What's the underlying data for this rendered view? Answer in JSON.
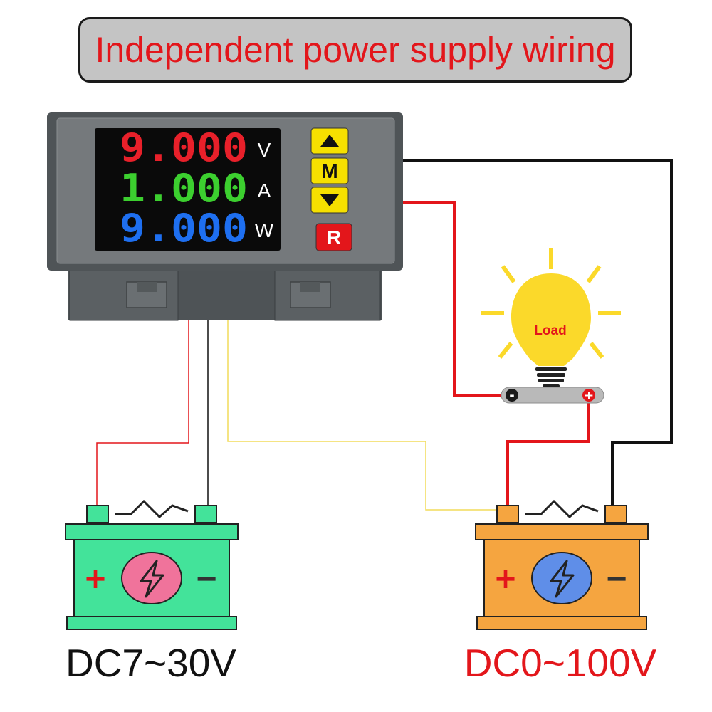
{
  "title": "Independent power supply wiring",
  "meter": {
    "readings": [
      {
        "value": "9.000",
        "unit": "V",
        "color": "#e8202a"
      },
      {
        "value": "1.000",
        "unit": "A",
        "color": "#3ccf2f"
      },
      {
        "value": "9.000",
        "unit": "W",
        "color": "#1e6ff0"
      }
    ],
    "buttons": [
      {
        "icon": "triangle-up-icon",
        "label": "",
        "color": "#f6e000"
      },
      {
        "icon": "",
        "label": "M",
        "color": "#f6e000"
      },
      {
        "icon": "triangle-down-icon",
        "label": "",
        "color": "#f6e000"
      },
      {
        "icon": "",
        "label": "R",
        "color": "#e3161b"
      }
    ]
  },
  "load": {
    "label": "Load",
    "terminal_negative": "-",
    "terminal_positive": "+"
  },
  "batteries": [
    {
      "label": "DC7~30V",
      "body_color": "#43e39a",
      "label_color": "#111111",
      "plus": "+",
      "minus": "−"
    },
    {
      "label": "DC0~100V",
      "body_color": "#f5a540",
      "label_color": "#e3161b",
      "plus": "+",
      "minus": "−"
    }
  ],
  "colors": {
    "red_wire": "#e3161b",
    "black_wire": "#111111",
    "yellow_wire": "#f2dc5a",
    "bulb": "#fbd92a"
  }
}
